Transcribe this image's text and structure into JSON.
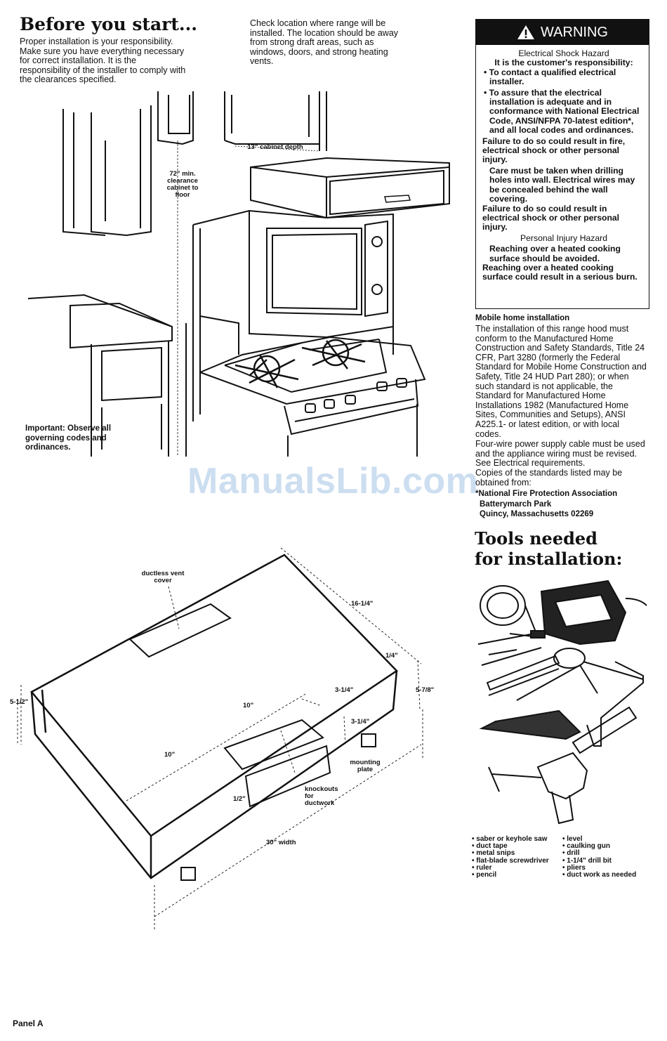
{
  "intro": {
    "title": "Before you start...",
    "paragraph_1": "Proper installation is your responsibility. Make sure you have everything necessary for correct installation. It is the responsibility of the installer to comply with the clearances specified.",
    "paragraph_2": "Check location where range will be installed. The location should be away from strong draft areas, such as windows, doors, and strong heating vents."
  },
  "warning": {
    "header": "WARNING",
    "subtitle": "Electrical Shock Hazard",
    "line_1": "It is the customer's responsibility:",
    "bullet_1": "• To contact a qualified electrical installer.",
    "bullet_2": "• To assure that the electrical installation is adequate and in conformance with National Electrical Code, ANSI/NFPA 70-latest edition*, and all local codes and ordinances.",
    "failure_1": "Failure to do so could result in fire, electrical shock or other personal injury.",
    "care": "Care must be taken when drilling holes into wall. Electrical wires may be concealed behind the wall covering.",
    "failure_2": "Failure to do so could result in electrical shock or other personal injury.",
    "hazard_title": "Personal Injury Hazard",
    "reach_1": "Reaching over a heated cooking surface should be avoided.",
    "reach_2": "Reaching over a heated cooking surface could result in a serious burn."
  },
  "mobile_home": {
    "heading": "Mobile home installation",
    "body": "The installation of this range hood must conform to the Manufactured Home Construction and Safety Standards, Title 24 CFR, Part 3280 (formerly the Federal Standard for Mobile Home Construction and Safety, Title 24 HUD Part 280); or when such standard is not applicable, the Standard for Manufactured Home Installations 1982 (Manufactured Home Sites, Communities and Setups), ANSI A225.1- or latest edition, or with local codes.",
    "cable": "Four-wire power supply cable must be used and the appliance wiring must be revised. See Electrical requirements.",
    "copies": "Copies of the standards listed may be obtained from:",
    "addr_1": "*National Fire Protection Association",
    "addr_2": "Batterymarch Park",
    "addr_3": "Quincy, Massachusetts 02269"
  },
  "illustration_1": {
    "label_cabinet": "13\" cabinet depth",
    "label_clearance": "72\" min. clearance cabinet to floor",
    "important": "Important: Observe all governing codes and ordinances."
  },
  "illustration_2": {
    "label_vent": "ductless vent cover",
    "dim_depth": "16-1/4\"",
    "dim_quarter": "1/4\"",
    "dim_height_right": "5-7/8\"",
    "dim_height_left": "5-1/2\"",
    "dim_10_a": "10\"",
    "dim_10_b": "10\"",
    "dim_3q_a": "3-1/4\"",
    "dim_3q_b": "3-1/4\"",
    "dim_half": "1/2\"",
    "label_mount": "mounting plate",
    "label_knockouts": "knockouts for ductwork",
    "dim_width": "30\" width"
  },
  "tools": {
    "title_1": "Tools needed",
    "title_2": "for installation:",
    "col_1": [
      "• saber or keyhole saw",
      "• duct tape",
      "• metal snips",
      "• flat-blade screwdriver",
      "• ruler",
      "• pencil"
    ],
    "col_2": [
      "• level",
      "• caulking gun",
      "• drill",
      "• 1-1/4\" drill bit",
      "• pliers",
      "• duct work as needed"
    ]
  },
  "watermark": "ManualsLib.com",
  "footer": "Panel A"
}
